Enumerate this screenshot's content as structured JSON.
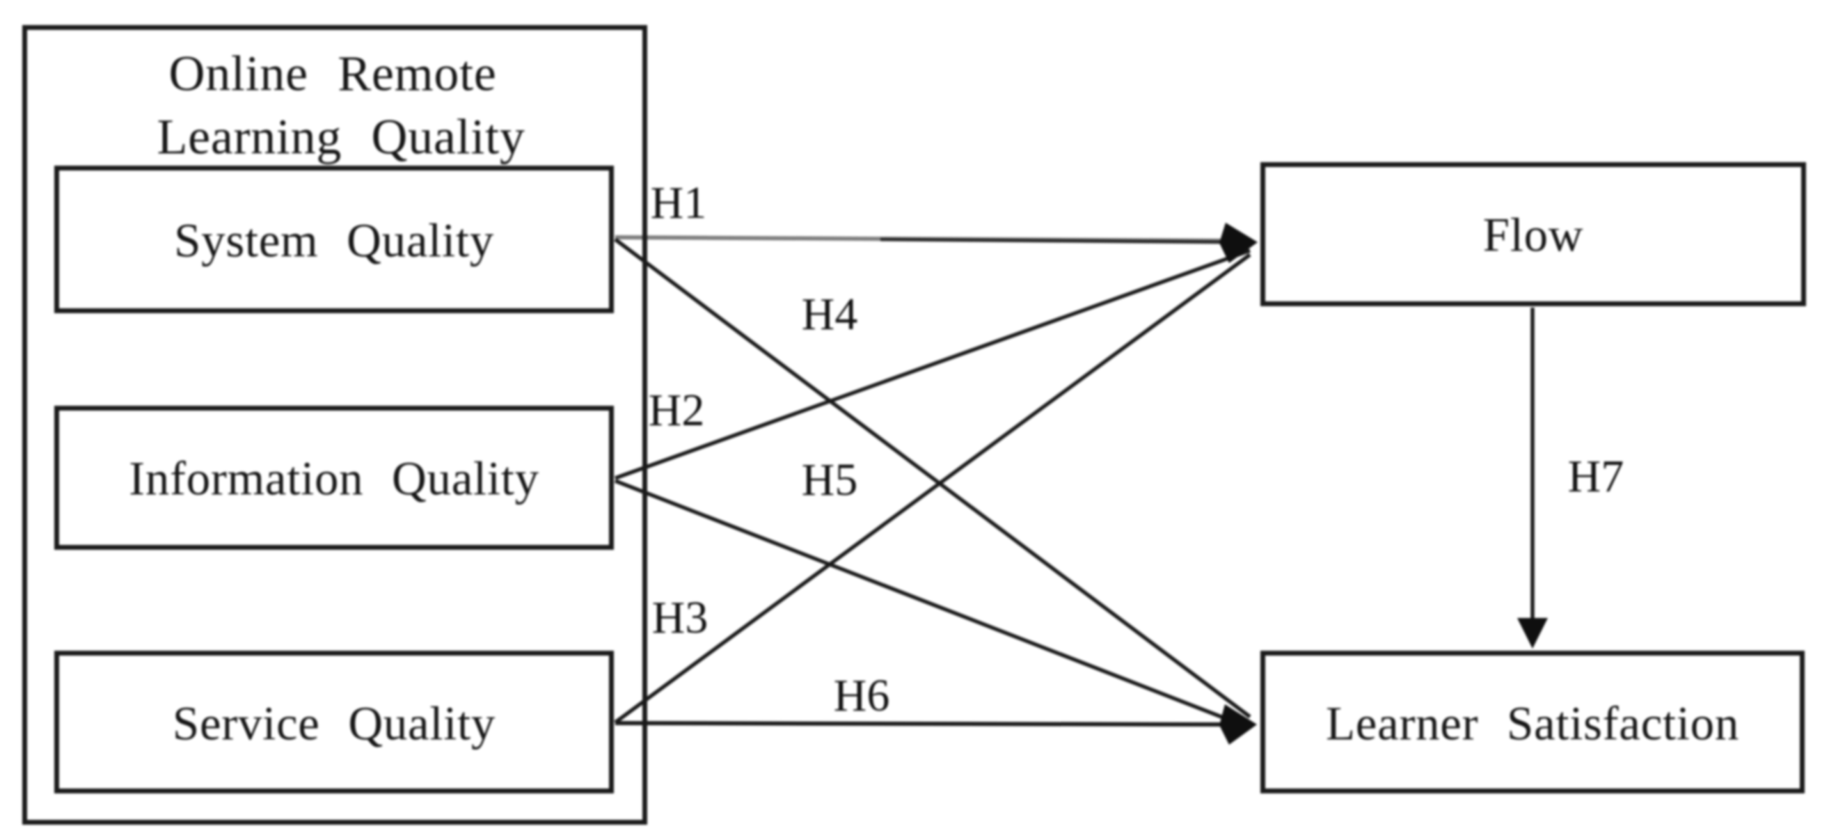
{
  "diagram": {
    "title": {
      "line1": "Online Remote",
      "line2": "Learning Quality"
    },
    "boxes": {
      "system_quality": "System Quality",
      "information_quality": "Information Quality",
      "service_quality": "Service Quality",
      "flow": "Flow",
      "learner_satisfaction": "Learner Satisfaction"
    },
    "hypotheses": {
      "h1": "H1",
      "h2": "H2",
      "h3": "H3",
      "h4": "H4",
      "h5": "H5",
      "h6": "H6",
      "h7": "H7"
    },
    "edges": [
      {
        "label": "H1",
        "from": "System Quality",
        "to": "Flow"
      },
      {
        "label": "H2",
        "from": "Information Quality",
        "to": "Flow"
      },
      {
        "label": "H3",
        "from": "Service Quality",
        "to": "Flow"
      },
      {
        "label": "H4",
        "from": "System Quality",
        "to": "Learner Satisfaction"
      },
      {
        "label": "H5",
        "from": "Information Quality",
        "to": "Learner Satisfaction"
      },
      {
        "label": "H6",
        "from": "Service Quality",
        "to": "Learner Satisfaction"
      },
      {
        "label": "H7",
        "from": "Flow",
        "to": "Learner Satisfaction"
      }
    ],
    "colors": {
      "line": "#1a1a1a",
      "h1_line_gray": "#7e7e7e",
      "background": "#ffffff"
    }
  }
}
